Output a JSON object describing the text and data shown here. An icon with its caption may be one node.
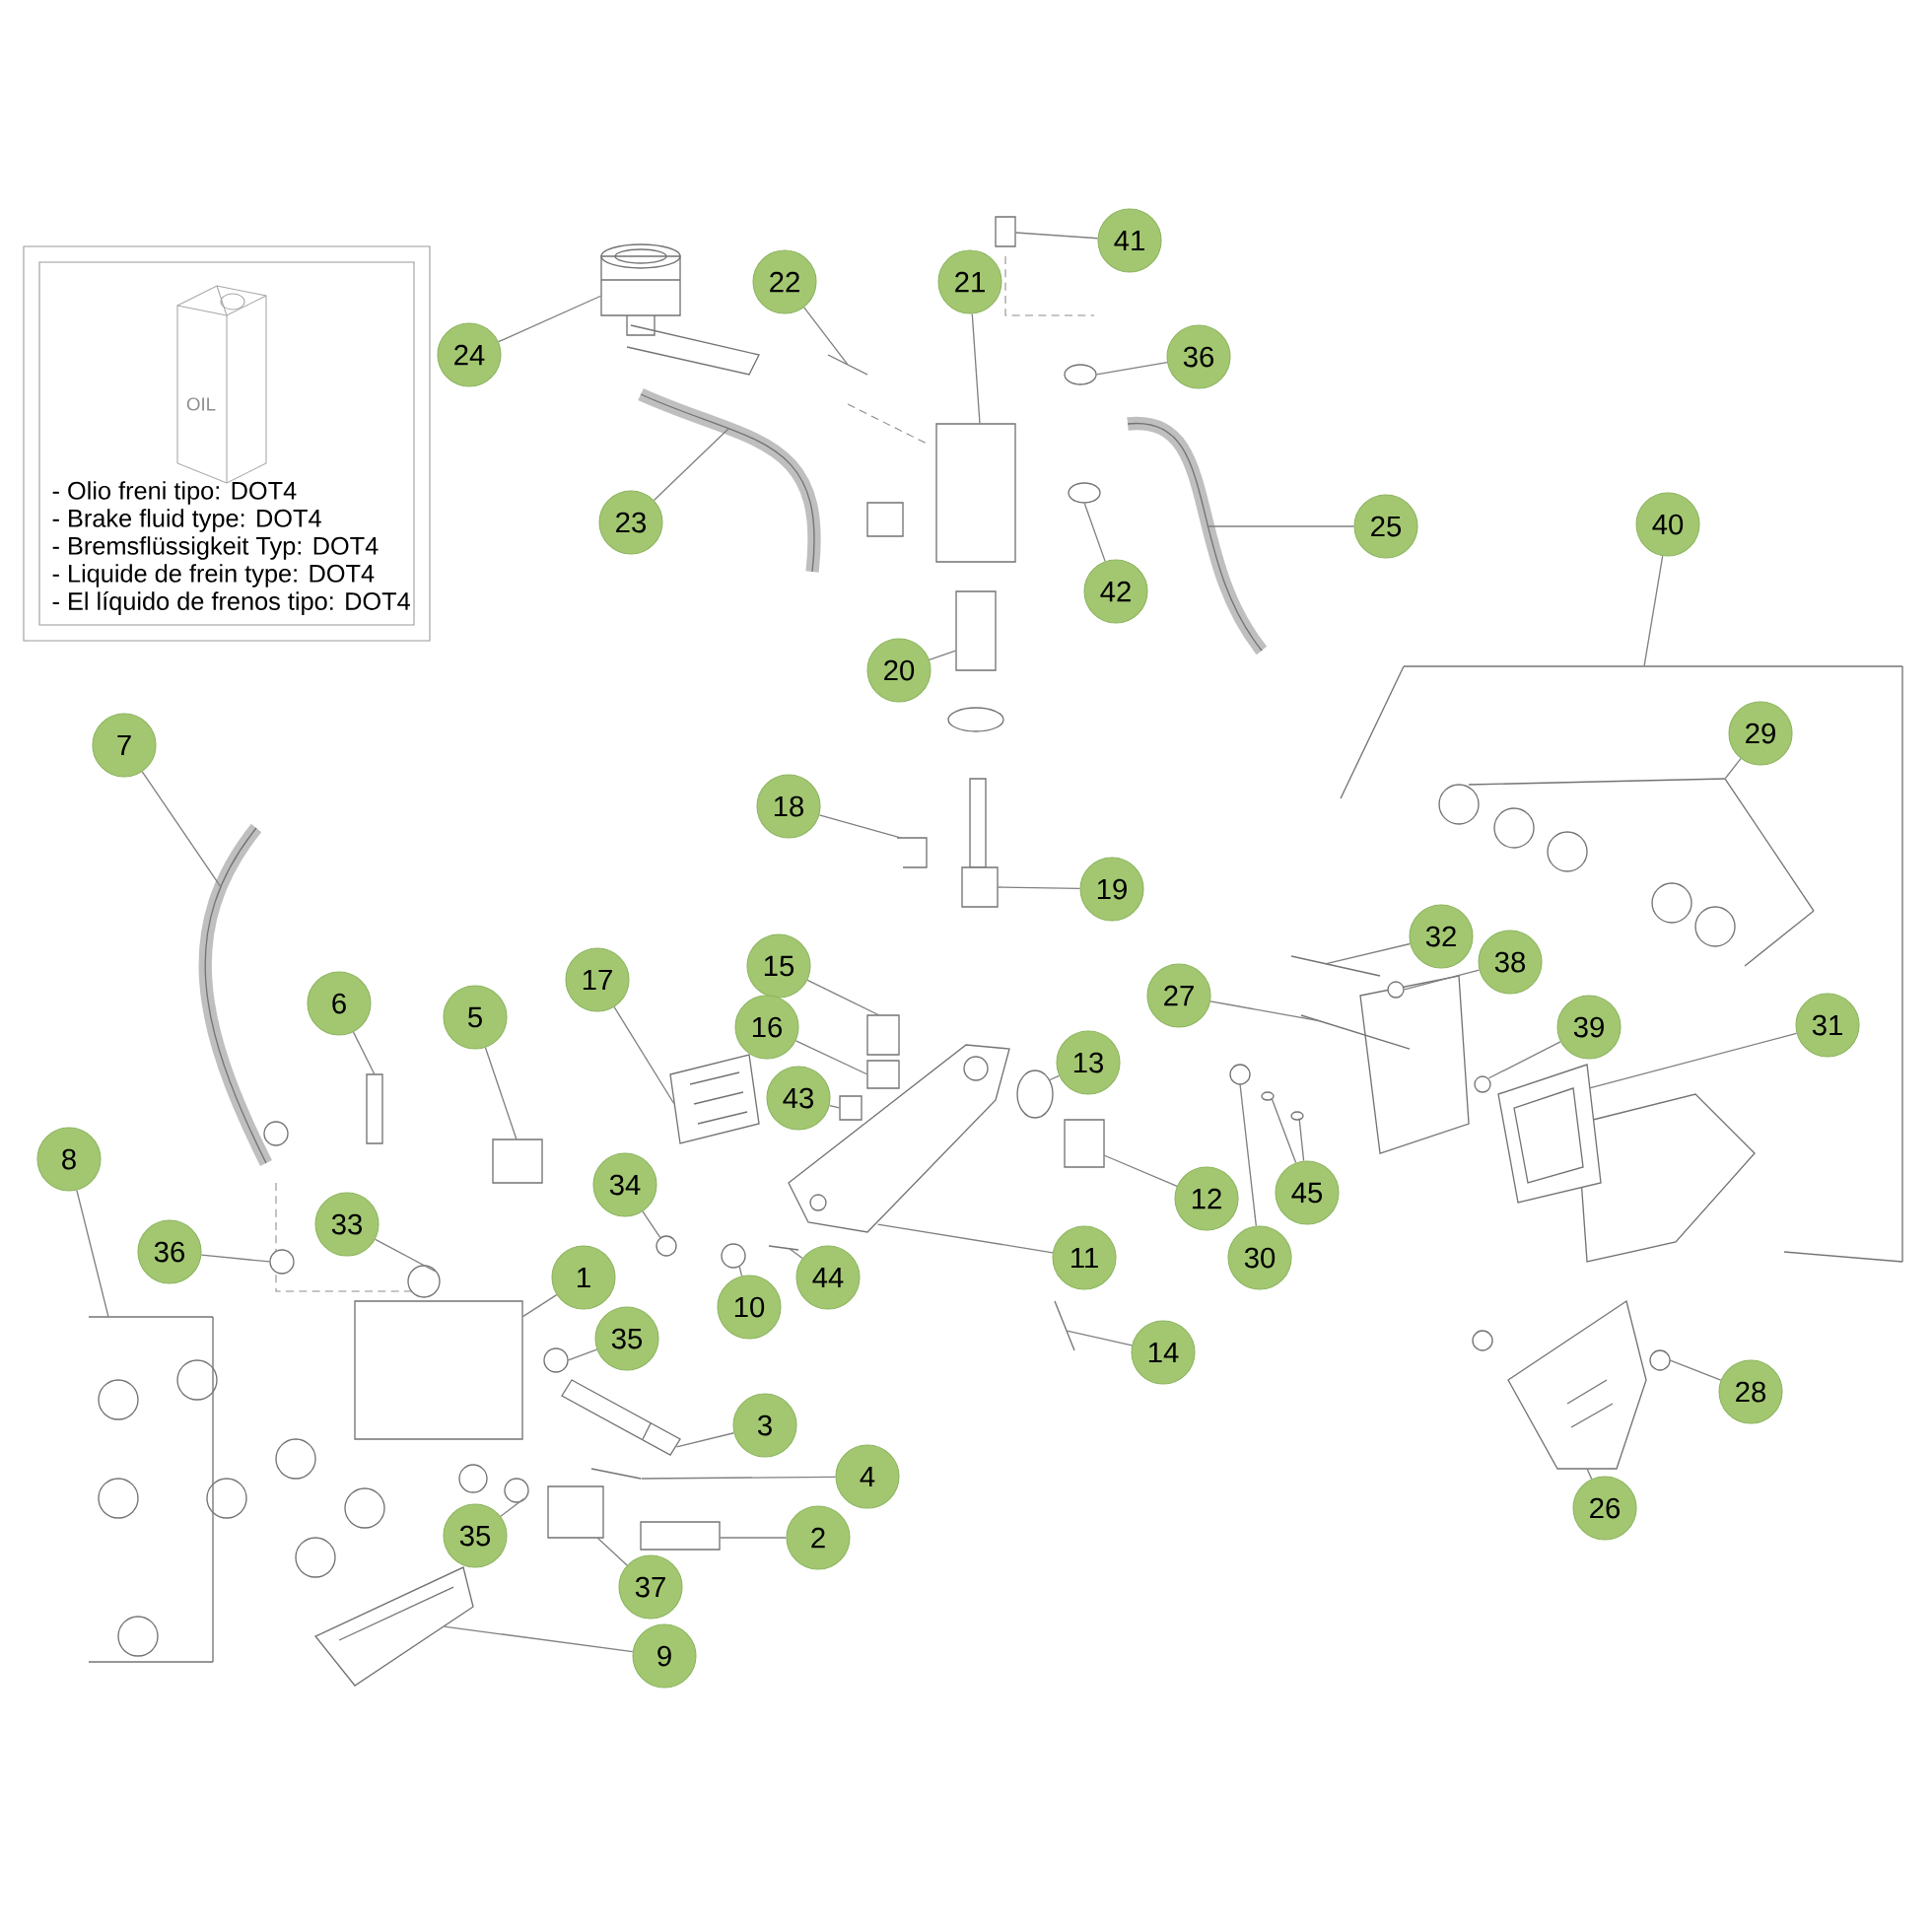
{
  "diagram": {
    "nodes": [
      {
        "text": [
          "41"
        ]
      },
      {
        "text": [
          "21"
        ]
      },
      {
        "text": [
          "22"
        ]
      },
      {
        "text": [
          "24"
        ]
      },
      {
        "text": [
          "36"
        ]
      },
      {
        "text": [
          "23"
        ]
      },
      {
        "text": [
          "25"
        ]
      },
      {
        "text": [
          "42"
        ]
      },
      {
        "text": [
          "40"
        ]
      },
      {
        "text": [
          "20"
        ]
      },
      {
        "text": [
          "7"
        ]
      },
      {
        "text": [
          "29"
        ]
      },
      {
        "text": [
          "18"
        ]
      },
      {
        "text": [
          "19"
        ]
      },
      {
        "text": [
          "32"
        ]
      },
      {
        "text": [
          "38"
        ]
      },
      {
        "text": [
          "15"
        ]
      },
      {
        "text": [
          "27"
        ]
      },
      {
        "text": [
          "6"
        ]
      },
      {
        "text": [
          "5"
        ]
      },
      {
        "text": [
          "17"
        ]
      },
      {
        "text": [
          "16"
        ]
      },
      {
        "text": [
          "39"
        ]
      },
      {
        "text": [
          "31"
        ]
      },
      {
        "text": [
          "13"
        ]
      },
      {
        "text": [
          "43"
        ]
      },
      {
        "text": [
          "8"
        ]
      },
      {
        "text": [
          "34"
        ]
      },
      {
        "text": [
          "12"
        ]
      },
      {
        "text": [
          "45"
        ]
      },
      {
        "text": [
          "33"
        ]
      },
      {
        "text": [
          "36"
        ]
      },
      {
        "text": [
          "30"
        ]
      },
      {
        "text": [
          "1"
        ]
      },
      {
        "text": [
          "44"
        ]
      },
      {
        "text": [
          "11"
        ]
      },
      {
        "text": [
          "10"
        ]
      },
      {
        "text": [
          "35"
        ]
      },
      {
        "text": [
          "14"
        ]
      },
      {
        "text": [
          "28"
        ]
      },
      {
        "text": [
          "3"
        ]
      },
      {
        "text": [
          "4"
        ]
      },
      {
        "text": [
          "35"
        ]
      },
      {
        "text": [
          "2"
        ]
      },
      {
        "text": [
          "26"
        ]
      },
      {
        "text": [
          "37"
        ]
      },
      {
        "text": [
          "9"
        ]
      },
      {
        "text": [],
        "shape": "box"
      },
      {
        "text": [],
        "shape": "box"
      },
      {
        "text": [],
        "shape": "line"
      },
      {
        "text": [],
        "shape": "cylinder"
      },
      {
        "text": [],
        "shape": "circle"
      },
      {
        "text": [],
        "shape": "picture"
      },
      {
        "text": [],
        "shape": "picture"
      },
      {
        "text": [],
        "shape": "circle"
      },
      {
        "text": [],
        "shape": "line"
      },
      {
        "text": [],
        "shape": "box"
      },
      {
        "text": [],
        "shape": "picture"
      },
      {
        "text": [],
        "shape": "line"
      },
      {
        "text": [],
        "shape": "picture"
      },
      {
        "text": [],
        "shape": "picture"
      },
      {
        "text": [],
        "shape": "line"
      },
      {
        "text": [],
        "shape": "circle"
      },
      {
        "text": [],
        "shape": "box"
      },
      {
        "text": [],
        "shape": "line"
      },
      {
        "text": [],
        "shape": "box"
      },
      {
        "text": [],
        "shape": "box"
      },
      {
        "text": [],
        "shape": "picture"
      },
      {
        "text": [],
        "shape": "box"
      },
      {
        "text": [],
        "shape": "circle"
      },
      {
        "text": [],
        "shape": "picture"
      },
      {
        "text": [],
        "shape": "circle"
      },
      {
        "text": [],
        "shape": "box"
      },
      {
        "text": [],
        "shape": "line"
      },
      {
        "text": [],
        "shape": "circle"
      },
      {
        "text": [],
        "shape": "box"
      },
      {
        "text": [],
        "shape": "circle"
      },
      {
        "text": [],
        "shape": "circle"
      },
      {
        "text": [],
        "shape": "circle"
      },
      {
        "text": [],
        "shape": "circle"
      },
      {
        "text": [],
        "shape": "circle"
      },
      {
        "text": [],
        "shape": "box"
      },
      {
        "text": [],
        "shape": "line"
      },
      {
        "text": [],
        "shape": "picture"
      },
      {
        "text": [],
        "shape": "circle"
      },
      {
        "text": [],
        "shape": "circle"
      },
      {
        "text": [],
        "shape": "line"
      },
      {
        "text": [],
        "shape": "circle"
      },
      {
        "text": [],
        "shape": "picture"
      },
      {
        "text": [],
        "shape": "line"
      },
      {
        "text": [],
        "shape": "circle"
      },
      {
        "text": [],
        "shape": "box"
      },
      {
        "text": [],
        "shape": "picture"
      },
      {
        "text": [],
        "shape": "box"
      },
      {
        "text": [],
        "shape": "picture"
      }
    ],
    "edges": [
      {
        "from": 0,
        "to": 47,
        "arrow": "none"
      },
      {
        "from": 1,
        "to": 48,
        "arrow": "none"
      },
      {
        "from": 2,
        "to": 49,
        "arrow": "none"
      },
      {
        "from": 3,
        "to": 50,
        "arrow": "none"
      },
      {
        "from": 4,
        "to": 51,
        "arrow": "none"
      },
      {
        "from": 5,
        "to": 52,
        "arrow": "none"
      },
      {
        "from": 6,
        "to": 53,
        "arrow": "none"
      },
      {
        "from": 7,
        "to": 54,
        "arrow": "none"
      },
      {
        "from": 8,
        "to": 55,
        "arrow": "none"
      },
      {
        "from": 9,
        "to": 56,
        "arrow": "none"
      },
      {
        "from": 10,
        "to": 57,
        "arrow": "none"
      },
      {
        "from": 11,
        "to": 58,
        "arrow": "none"
      },
      {
        "from": 12,
        "to": 59,
        "arrow": "none"
      },
      {
        "from": 13,
        "to": 60,
        "arrow": "none"
      },
      {
        "from": 14,
        "to": 61,
        "arrow": "none"
      },
      {
        "from": 15,
        "to": 62,
        "arrow": "none"
      },
      {
        "from": 16,
        "to": 63,
        "arrow": "none"
      },
      {
        "from": 17,
        "to": 64,
        "arrow": "none"
      },
      {
        "from": 18,
        "to": 65,
        "arrow": "none"
      },
      {
        "from": 19,
        "to": 66,
        "arrow": "none"
      },
      {
        "from": 20,
        "to": 67,
        "arrow": "none"
      },
      {
        "from": 21,
        "to": 68,
        "arrow": "none"
      },
      {
        "from": 22,
        "to": 69,
        "arrow": "none"
      },
      {
        "from": 23,
        "to": 70,
        "arrow": "none"
      },
      {
        "from": 24,
        "to": 71,
        "arrow": "none"
      },
      {
        "from": 25,
        "to": 72,
        "arrow": "none"
      },
      {
        "from": 26,
        "to": 73,
        "arrow": "none"
      },
      {
        "from": 27,
        "to": 74,
        "arrow": "none"
      },
      {
        "from": 28,
        "to": 75,
        "arrow": "none"
      },
      {
        "from": 29,
        "to": 76,
        "arrow": "none"
      },
      {
        "from": 29,
        "to": 77,
        "arrow": "none"
      },
      {
        "from": 30,
        "to": 78,
        "arrow": "none"
      },
      {
        "from": 31,
        "to": 79,
        "arrow": "none"
      },
      {
        "from": 32,
        "to": 80,
        "arrow": "none"
      },
      {
        "from": 33,
        "to": 81,
        "arrow": "none"
      },
      {
        "from": 34,
        "to": 82,
        "arrow": "none"
      },
      {
        "from": 35,
        "to": 83,
        "arrow": "none"
      },
      {
        "from": 36,
        "to": 84,
        "arrow": "none"
      },
      {
        "from": 37,
        "to": 85,
        "arrow": "none"
      },
      {
        "from": 38,
        "to": 86,
        "arrow": "none"
      },
      {
        "from": 39,
        "to": 87,
        "arrow": "none"
      },
      {
        "from": 40,
        "to": 88,
        "arrow": "none"
      },
      {
        "from": 41,
        "to": 89,
        "arrow": "none"
      },
      {
        "from": 42,
        "to": 90,
        "arrow": "none"
      },
      {
        "from": 43,
        "to": 91,
        "arrow": "none"
      },
      {
        "from": 44,
        "to": 92,
        "arrow": "none"
      },
      {
        "from": 45,
        "to": 93,
        "arrow": "none"
      },
      {
        "from": 46,
        "to": 94,
        "arrow": "none"
      }
    ],
    "labels": [
      "OIL",
      "- Olio freni tipo: DOT4",
      "- Brake fluid type: DOT4",
      "- Bremsflüssigkeit Typ: DOT4",
      "- Liquide de frein type: DOT4",
      "- El líquido de frenos tipo: DOT4"
    ]
  }
}
